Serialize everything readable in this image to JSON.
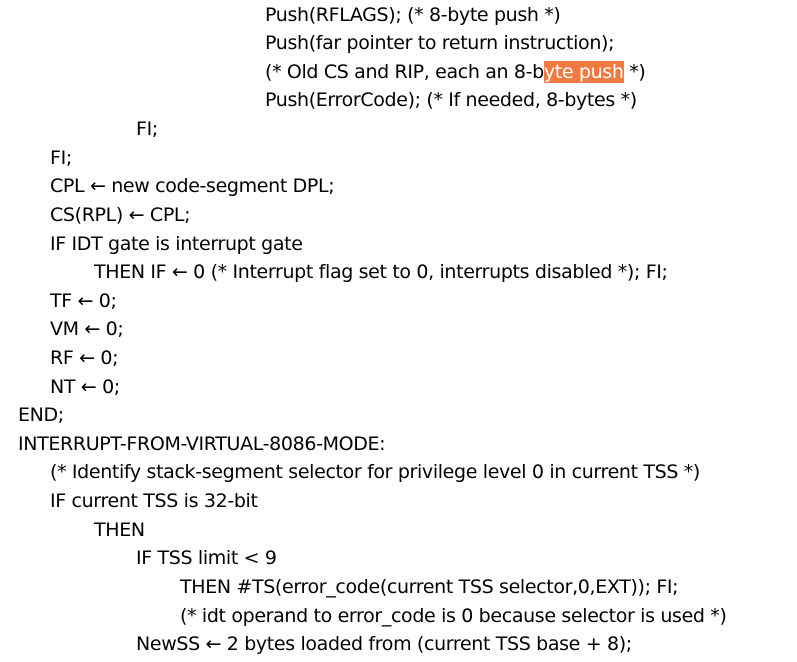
{
  "document": {
    "highlight_color": "#f07a40",
    "lines": [
      {
        "text": "Push(RFLAGS); (* 8-byte push *)"
      },
      {
        "text": "Push(far pointer to return instruction);"
      },
      {
        "before": "(* Old CS and RIP, each an 8-b",
        "highlight": "yte push",
        "after": " *)"
      },
      {
        "text": "Push(ErrorCode); (* If needed, 8-bytes *)"
      },
      {
        "text": "FI;"
      },
      {
        "text": "FI;"
      },
      {
        "text": "CPL ← new code-segment DPL;"
      },
      {
        "text": "CS(RPL) ← CPL;"
      },
      {
        "text": "IF IDT gate is interrupt gate"
      },
      {
        "text": "THEN IF ← 0 (* Interrupt flag set to 0, interrupts disabled *); FI;"
      },
      {
        "text": "TF ← 0;"
      },
      {
        "text": "VM ← 0;"
      },
      {
        "text": "RF ← 0;"
      },
      {
        "text": "NT ← 0;"
      },
      {
        "text": "END;"
      },
      {
        "text": "INTERRUPT-FROM-VIRTUAL-8086-MODE:"
      },
      {
        "text": "(* Identify stack-segment selector for privilege level 0 in current TSS *)"
      },
      {
        "text": "IF current TSS is 32-bit"
      },
      {
        "text": "THEN"
      },
      {
        "text": "IF TSS limit < 9"
      },
      {
        "text": "THEN #TS(error_code(current TSS selector,0,EXT)); FI;"
      },
      {
        "text": "(* idt operand to error_code is 0 because selector is used *)"
      },
      {
        "text": "NewSS ← 2 bytes loaded from (current TSS base + 8);"
      }
    ]
  }
}
